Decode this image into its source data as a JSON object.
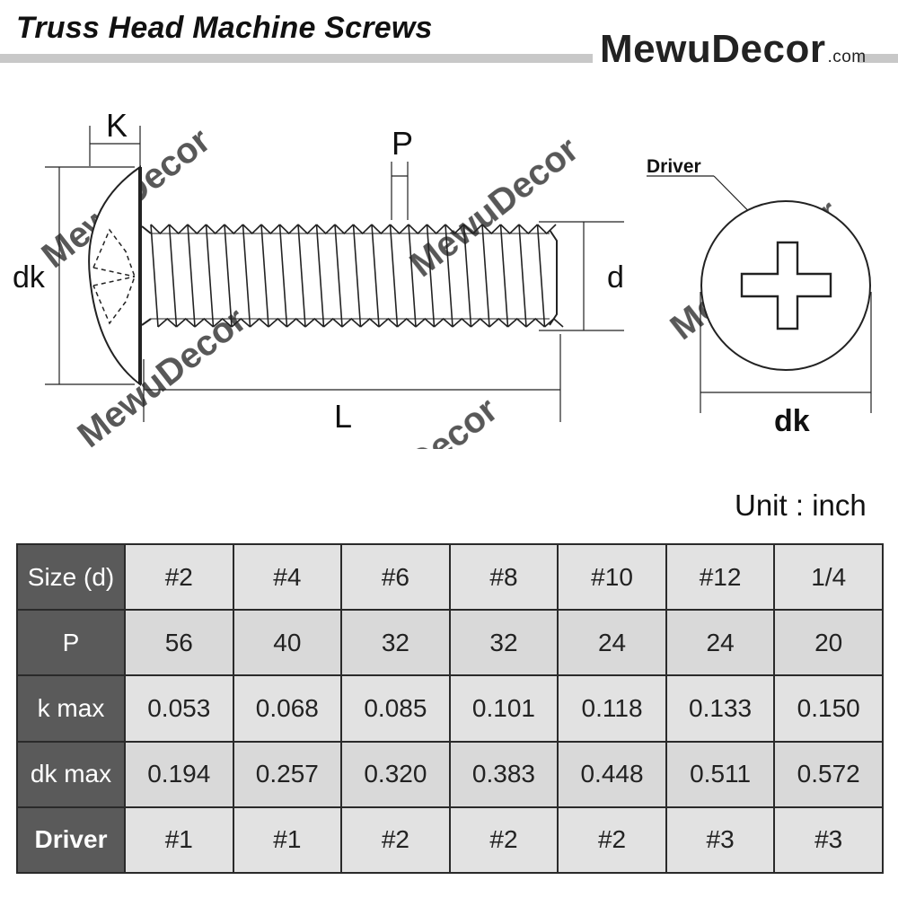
{
  "header": {
    "title": "Truss Head Machine Screws",
    "brand_name": "MewuDecor",
    "brand_tld": ".com"
  },
  "diagram": {
    "labels": {
      "k": "K",
      "p": "P",
      "dk_side": "dk",
      "d": "d",
      "l": "L",
      "driver": "Driver",
      "dk_top": "dk"
    },
    "watermark": "MewuDecor",
    "line_color": "#222222"
  },
  "unit": "Unit : inch",
  "table": {
    "rows": [
      {
        "header": "Size (d)",
        "values": [
          "#2",
          "#4",
          "#6",
          "#8",
          "#10",
          "#12",
          "1/4"
        ]
      },
      {
        "header": "P",
        "values": [
          "56",
          "40",
          "32",
          "32",
          "24",
          "24",
          "20"
        ]
      },
      {
        "header": "k max",
        "values": [
          "0.053",
          "0.068",
          "0.085",
          "0.101",
          "0.118",
          "0.133",
          "0.150"
        ]
      },
      {
        "header": "dk max",
        "values": [
          "0.194",
          "0.257",
          "0.320",
          "0.383",
          "0.448",
          "0.511",
          "0.572"
        ]
      },
      {
        "header": "Driver",
        "values": [
          "#1",
          "#1",
          "#2",
          "#2",
          "#2",
          "#3",
          "#3"
        ]
      }
    ],
    "header_bg": "#5a5a5a",
    "cell_bg": "#d9d9d9"
  }
}
